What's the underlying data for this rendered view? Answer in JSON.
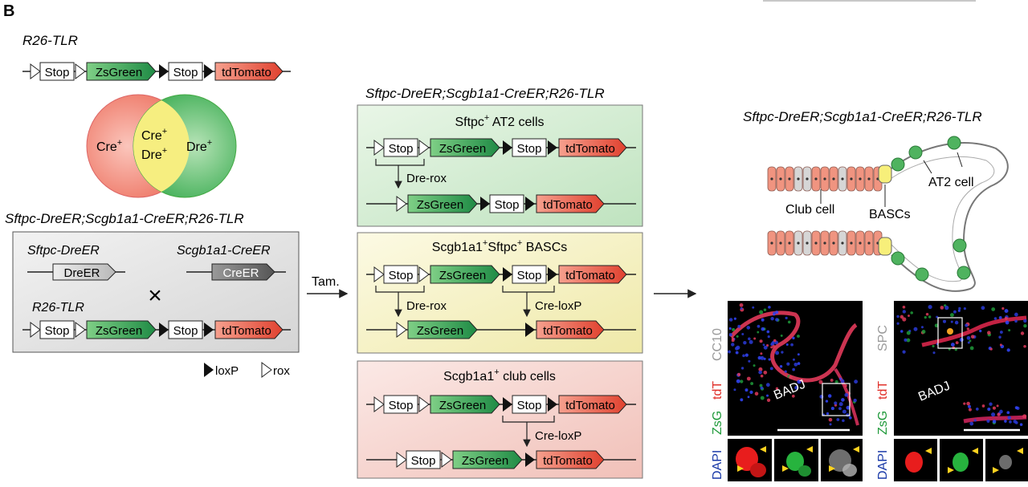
{
  "panel_label": "B",
  "reporter": {
    "title": "R26-TLR",
    "stop1": "Stop",
    "zsgreen": "ZsGreen",
    "stop2": "Stop",
    "tdtomato": "tdTomato"
  },
  "venn": {
    "left": "Cre",
    "left_sup": "+",
    "overlap_line1": "Cre",
    "overlap_line2": "Dre",
    "overlap_sup": "+",
    "right": "Dre",
    "right_sup": "+"
  },
  "cross": {
    "title": "Sftpc-DreER;Scgb1a1-CreER;R26-TLR",
    "dre_line": "Sftpc-DreER",
    "dre_gene": "DreER",
    "cre_line": "Scgb1a1-CreER",
    "cre_gene": "CreER",
    "times": "×",
    "reporter_line": "R26-TLR",
    "stop1": "Stop",
    "zsgreen": "ZsGreen",
    "stop2": "Stop",
    "tdtomato": "tdTomato"
  },
  "legend": {
    "loxp": "loxP",
    "rox": "rox"
  },
  "tamoxifen": "Tam.",
  "middle_title": "Sftpc-DreER;Scgb1a1-CreER;R26-TLR",
  "boxes": {
    "at2": {
      "title": "Sftpc",
      "title_sup": "+",
      "title_rest": " AT2 cells",
      "stop1": "Stop",
      "zsgreen": "ZsGreen",
      "stop2": "Stop",
      "tdtomato": "tdTomato",
      "event": "Dre-rox",
      "r_zsgreen": "ZsGreen",
      "r_stop": "Stop",
      "r_tdtomato": "tdTomato"
    },
    "basc": {
      "title_a": "Scgb1a1",
      "title_sup1": "+",
      "title_b": "Sftpc",
      "title_sup2": "+",
      "title_rest": " BASCs",
      "stop1": "Stop",
      "zsgreen": "ZsGreen",
      "stop2": "Stop",
      "tdtomato": "tdTomato",
      "event1": "Dre-rox",
      "event2": "Cre-loxP",
      "r_zsgreen": "ZsGreen",
      "r_tdtomato": "tdTomato"
    },
    "club": {
      "title": "Scgb1a1",
      "title_sup": "+",
      "title_rest": " club cells",
      "stop1": "Stop",
      "zsgreen": "ZsGreen",
      "stop2": "Stop",
      "tdtomato": "tdTomato",
      "event": "Cre-loxP",
      "r_stop": "Stop",
      "r_zsgreen": "ZsGreen",
      "r_tdtomato": "tdTomato"
    }
  },
  "airway": {
    "title": "Sftpc-DreER;Scgb1a1-CreER;R26-TLR",
    "club_cell": "Club cell",
    "bascs": "BASCs",
    "at2_cell": "AT2 cell"
  },
  "micrographs": {
    "left": {
      "marker": "CC10",
      "region": "BADJ"
    },
    "right": {
      "marker": "SPC",
      "region": "BADJ"
    },
    "tdt": "tdT",
    "zsg": "ZsG",
    "dapi": "DAPI"
  },
  "colors": {
    "zsgreen": "#2f9e4f",
    "tdtomato": "#e8594a",
    "green_box": "#d8efd8",
    "yellow_box": "#f8f3c8",
    "red_box": "#f7d8d4",
    "gray_box": "#e6e6e6",
    "venn_red": "#f08878",
    "venn_yellow": "#f7ef8a",
    "venn_green": "#5fbf6a"
  }
}
